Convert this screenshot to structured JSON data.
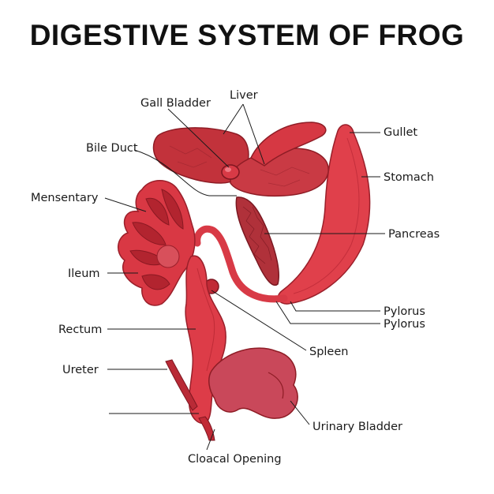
{
  "title": "DIGESTIVE SYSTEM OF FROG",
  "labels": {
    "gall_bladder": "Gall Bladder",
    "liver": "Liver",
    "gullet": "Gullet",
    "bile_duct": "Bile Duct",
    "stomach": "Stomach",
    "mensentary": "Mensentary",
    "pancreas": "Pancreas",
    "ileum": "Ileum",
    "pylorus_1": "Pylorus",
    "pylorus_2": "Pylorus",
    "rectum": "Rectum",
    "spleen": "Spleen",
    "ureter": "Ureter",
    "urinary_bladder": "Urinary Bladder",
    "cloacal_opening": "Cloacal Opening"
  },
  "colors": {
    "organ_red": "#d9343f",
    "organ_dark": "#a51e2b",
    "organ_light": "#ef6470",
    "bladder": "#cf4a59",
    "line": "#1a1a1a"
  }
}
